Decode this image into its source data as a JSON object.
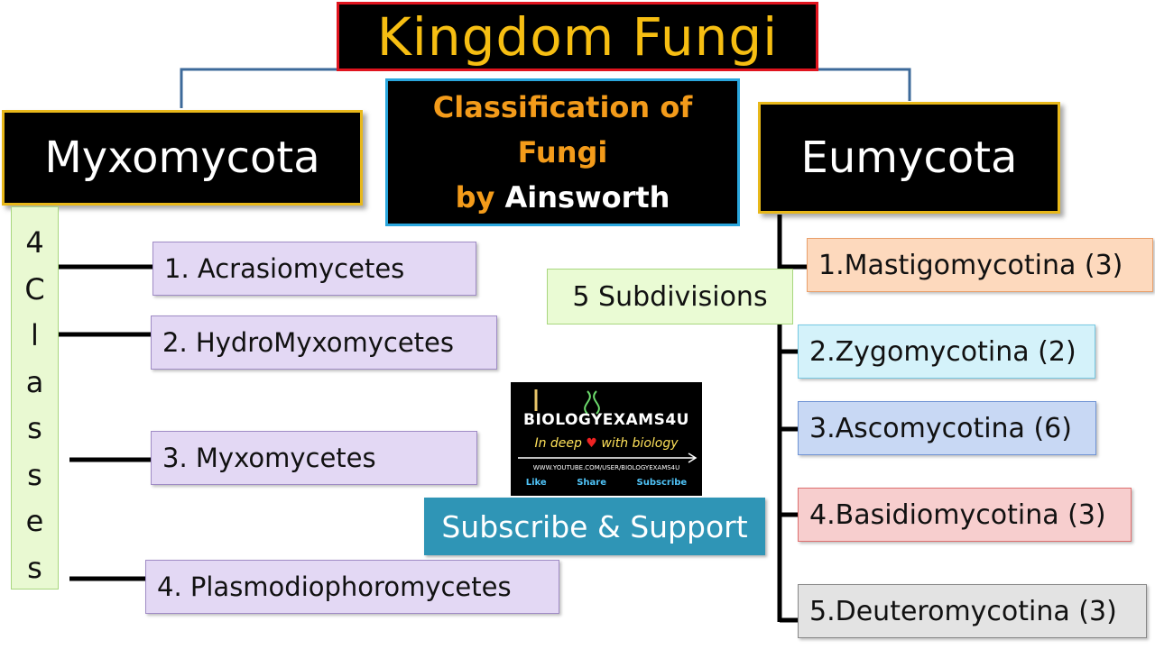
{
  "title": "Kingdom Fungi",
  "center": {
    "line1": "Classification of",
    "line2": "Fungi",
    "line3_prefix": "by",
    "line3_name": "Ainsworth"
  },
  "myxomycota": {
    "label": "Myxomycota",
    "classes_letters": [
      "4",
      "C",
      "l",
      "a",
      "s",
      "s",
      "e",
      "s"
    ],
    "classes": [
      "1. Acrasiomycetes",
      "2. HydroMyxomycetes",
      "3. Myxomycetes",
      "4. Plasmodiophoromycetes"
    ]
  },
  "eumycota": {
    "label": "Eumycota",
    "subdivisions_label": "5 Subdivisions",
    "subdivisions": [
      "1.Mastigomycotina (3)",
      "2.Zygomycotina (2)",
      "3.Ascomycotina (6)",
      "4.Basidiomycotina (3)",
      "5.Deuteromycotina (3)"
    ]
  },
  "logo": {
    "name": "BIOLOGYEXAMS4U",
    "tagline_a": "In deep",
    "tagline_b": "with biology",
    "url": "WWW.YOUTUBE.COM/USER/BIOLOGYEXAMS4U",
    "links": [
      "Like",
      "Share",
      "Subscribe"
    ]
  },
  "subscribe_label": "Subscribe & Support",
  "colors": {
    "title_text": "#f6be12",
    "title_border": "#e0141e",
    "center_border": "#2aa6dd",
    "orange_text": "#f39b1a",
    "main_border": "#e8b81a",
    "subscribe_bg": "#2f95b6"
  }
}
